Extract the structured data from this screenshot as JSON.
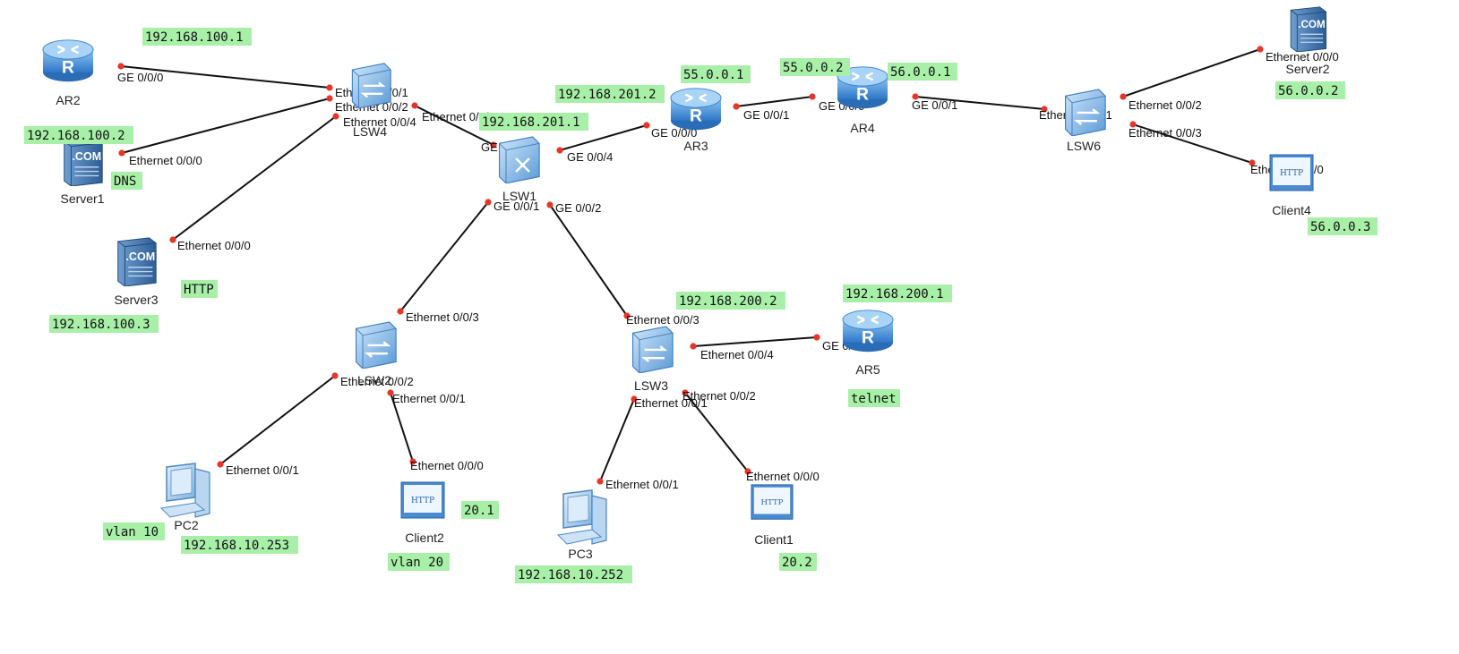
{
  "colors": {
    "note_background": "#a8f0a8",
    "link": "#111111",
    "port_dot": "#e8352a",
    "device_blue": "#4a90d9"
  },
  "devices": [
    {
      "id": "AR2",
      "label": "AR2",
      "icon": "router-icon"
    },
    {
      "id": "LSW4",
      "label": "LSW4",
      "icon": "switch-icon"
    },
    {
      "id": "Server1",
      "label": "Server1",
      "icon": "server-icon"
    },
    {
      "id": "Server3",
      "label": "Server3",
      "icon": "server-icon"
    },
    {
      "id": "LSW1",
      "label": "LSW1",
      "icon": "core-switch-icon"
    },
    {
      "id": "AR3",
      "label": "AR3",
      "icon": "router-icon"
    },
    {
      "id": "AR4",
      "label": "AR4",
      "icon": "router-icon"
    },
    {
      "id": "LSW6",
      "label": "LSW6",
      "icon": "switch-icon"
    },
    {
      "id": "Server2",
      "label": "Server2",
      "icon": "server-icon"
    },
    {
      "id": "Client4",
      "label": "Client4",
      "icon": "http-client-icon"
    },
    {
      "id": "LSW2",
      "label": "LSW2",
      "icon": "switch-icon"
    },
    {
      "id": "LSW3",
      "label": "LSW3",
      "icon": "switch-icon"
    },
    {
      "id": "AR5",
      "label": "AR5",
      "icon": "router-icon"
    },
    {
      "id": "PC2",
      "label": "PC2",
      "icon": "pc-icon"
    },
    {
      "id": "Client2",
      "label": "Client2",
      "icon": "http-client-icon"
    },
    {
      "id": "PC3",
      "label": "PC3",
      "icon": "pc-icon"
    },
    {
      "id": "Client1",
      "label": "Client1",
      "icon": "http-client-icon"
    }
  ],
  "links": [
    {
      "a": "AR2",
      "a_port": "GE 0/0/0",
      "b": "LSW4",
      "b_port": "Ethernet 0/0/1"
    },
    {
      "a": "Server1",
      "a_port": "Ethernet 0/0/0",
      "b": "LSW4",
      "b_port": "Ethernet 0/0/2"
    },
    {
      "a": "Server3",
      "a_port": "Ethernet 0/0/0",
      "b": "LSW4",
      "b_port": "Ethernet 0/0/4"
    },
    {
      "a": "LSW4",
      "a_port": "Ethernet 0/0/3",
      "b": "LSW1",
      "b_port": "GE 0/0/3"
    },
    {
      "a": "LSW1",
      "a_port": "GE 0/0/4",
      "b": "AR3",
      "b_port": "GE 0/0/0"
    },
    {
      "a": "AR3",
      "a_port": "GE 0/0/1",
      "b": "AR4",
      "b_port": "GE 0/0/0"
    },
    {
      "a": "AR4",
      "a_port": "GE 0/0/1",
      "b": "LSW6",
      "b_port": "Ethernet 0/0/1"
    },
    {
      "a": "LSW6",
      "a_port": "Ethernet 0/0/2",
      "b": "Server2",
      "b_port": "Ethernet 0/0/0"
    },
    {
      "a": "LSW6",
      "a_port": "Ethernet 0/0/3",
      "b": "Client4",
      "b_port": "Ethernet 0/0/0"
    },
    {
      "a": "LSW1",
      "a_port": "GE 0/0/1",
      "b": "LSW2",
      "b_port": "Ethernet 0/0/3"
    },
    {
      "a": "LSW1",
      "a_port": "GE 0/0/2",
      "b": "LSW3",
      "b_port": "Ethernet 0/0/3"
    },
    {
      "a": "LSW3",
      "a_port": "Ethernet 0/0/4",
      "b": "AR5",
      "b_port": "GE 0/0/0"
    },
    {
      "a": "LSW2",
      "a_port": "Ethernet 0/0/2",
      "b": "PC2",
      "b_port": "Ethernet 0/0/1"
    },
    {
      "a": "LSW2",
      "a_port": "Ethernet 0/0/1",
      "b": "Client2",
      "b_port": "Ethernet 0/0/0"
    },
    {
      "a": "LSW3",
      "a_port": "Ethernet 0/0/1",
      "b": "PC3",
      "b_port": "Ethernet 0/0/1"
    },
    {
      "a": "LSW3",
      "a_port": "Ethernet 0/0/2",
      "b": "Client1",
      "b_port": "Ethernet 0/0/0"
    }
  ],
  "notes": [
    "192.168.100.1",
    "192.168.100.2",
    "DNS",
    "HTTP",
    "192.168.100.3",
    "192.168.201.2",
    "192.168.201.1",
    "55.0.0.1",
    "55.0.0.2",
    "56.0.0.1",
    "56.0.0.2",
    "56.0.0.3",
    "192.168.200.2",
    "192.168.200.1",
    "telnet",
    "vlan 10",
    "192.168.10.253",
    "20.1",
    "vlan 20",
    "192.168.10.252",
    "20.2"
  ]
}
